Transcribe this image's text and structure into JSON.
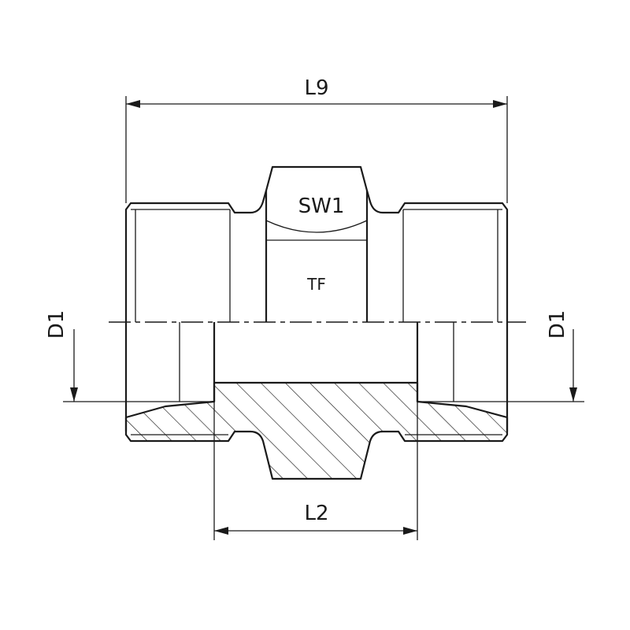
{
  "labels": {
    "overall_length": "L9",
    "wrench_size": "SW1",
    "type": "TF",
    "inner_length": "L2",
    "thread_left": "D1",
    "thread_right": "D1"
  },
  "colors": {
    "line": "#1a1a1a",
    "background": "#ffffff"
  }
}
